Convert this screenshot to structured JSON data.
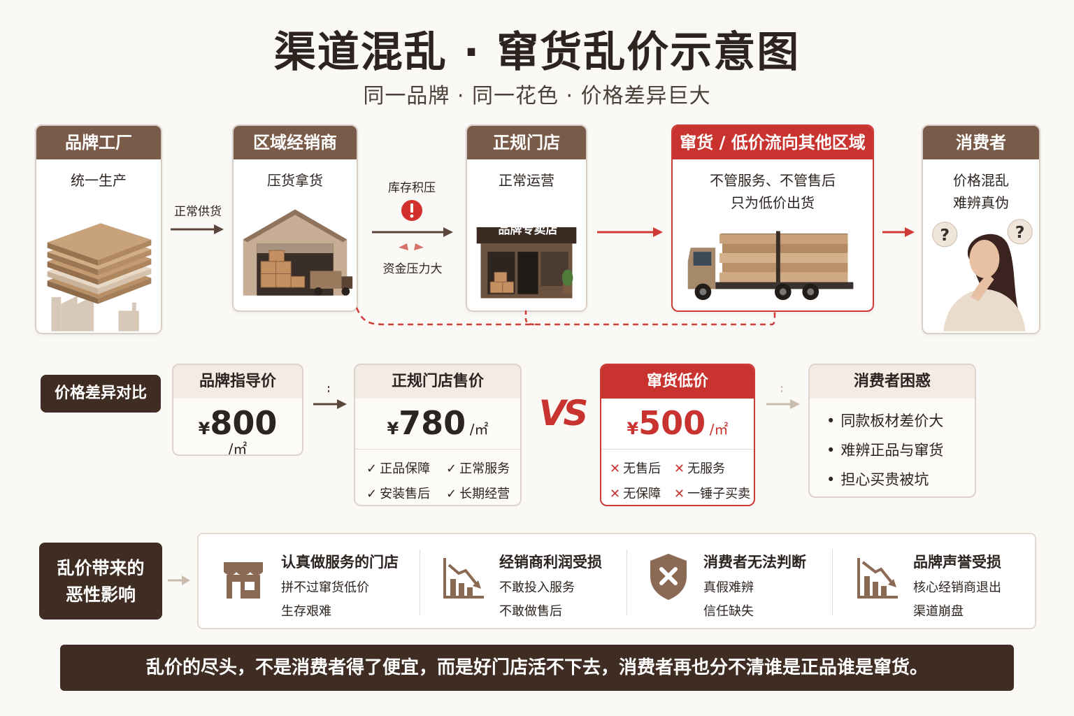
{
  "header": {
    "title": "渠道混乱 · 窜货乱价示意图",
    "subtitle": "同一品牌 · 同一花色 · 价格差异巨大"
  },
  "flow": {
    "factory": {
      "title": "品牌工厂",
      "line1": "统一生产"
    },
    "distributor": {
      "title": "区域经销商",
      "line1": "压货拿货"
    },
    "store": {
      "title": "正规门店",
      "line1": "正常运营",
      "sign": "品牌专卖店"
    },
    "diversion": {
      "title": "窜货 / 低价流向其他区域",
      "line1": "不管服务、不管售后",
      "line2": "只为低价出货"
    },
    "consumer": {
      "title": "消费者",
      "line1": "价格混乱",
      "line2": "难辨真伪"
    },
    "arrow1_label": "正常供货",
    "arrow2_label_top": "库存积压",
    "arrow2_label_bottom": "资金压力大"
  },
  "price_row": {
    "tag": "价格差异对比",
    "guide": {
      "title": "品牌指导价",
      "yen": "¥",
      "value": "800",
      "unit": "/㎡"
    },
    "store": {
      "title": "正规门店售价",
      "yen": "¥",
      "value": "780",
      "unit": "/㎡",
      "features": [
        "正品保障",
        "正常服务",
        "安装售后",
        "长期经营"
      ]
    },
    "vs": "VS",
    "diverted": {
      "title": "窜货低价",
      "yen": "¥",
      "value": "500",
      "unit": "/㎡",
      "features": [
        "无售后",
        "无服务",
        "无保障",
        "一锤子买卖"
      ]
    },
    "confusion": {
      "title": "消费者困惑",
      "bullets": [
        "同款板材差价大",
        "难辨正品与窜货",
        "担心买贵被坑"
      ]
    },
    "check_mark": "✓",
    "cross_mark": "✕",
    "bullet_mark": "•"
  },
  "impact": {
    "tag_line1": "乱价带来的",
    "tag_line2": "恶性影响",
    "items": [
      {
        "icon": "storefront-icon",
        "title": "认真做服务的门店",
        "line1": "拼不过窜货低价",
        "line2": "生存艰难"
      },
      {
        "icon": "declining-chart-icon",
        "title": "经销商利润受损",
        "line1": "不敢投入服务",
        "line2": "不敢做售后"
      },
      {
        "icon": "shield-x-icon",
        "title": "消费者无法判断",
        "line1": "真假难辨",
        "line2": "信任缺失"
      },
      {
        "icon": "falling-bars-icon",
        "title": "品牌声誉受损",
        "line1": "核心经销商退出",
        "line2": "渠道崩盘"
      }
    ]
  },
  "footer": {
    "text": "乱价的尽头，不是消费者得了便宜，而是好门店活不下去，消费者再也分不清谁是正品谁是窜货。"
  },
  "colors": {
    "brown_dark": "#3f2c22",
    "brown_head": "#7a5a48",
    "red": "#c8332f",
    "wood": "#c9a27c"
  }
}
